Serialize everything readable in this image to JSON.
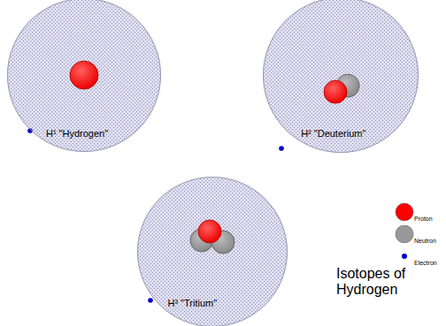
{
  "diagram": {
    "nodes": [
      {
        "text": [
          "H¹ \"Hydrogen\""
        ]
      },
      {
        "text": [
          "H² \"Deuterium\""
        ]
      },
      {
        "text": [
          "H³ \"Tritium\""
        ]
      }
    ],
    "labels": [
      "Isotopes of Hydrogen"
    ],
    "legend": [
      {
        "text": "Proton",
        "color": "#ff0000"
      },
      {
        "text": "Neutron",
        "color": "#999999"
      },
      {
        "text": "Electron",
        "color": "#0000cc"
      }
    ]
  }
}
